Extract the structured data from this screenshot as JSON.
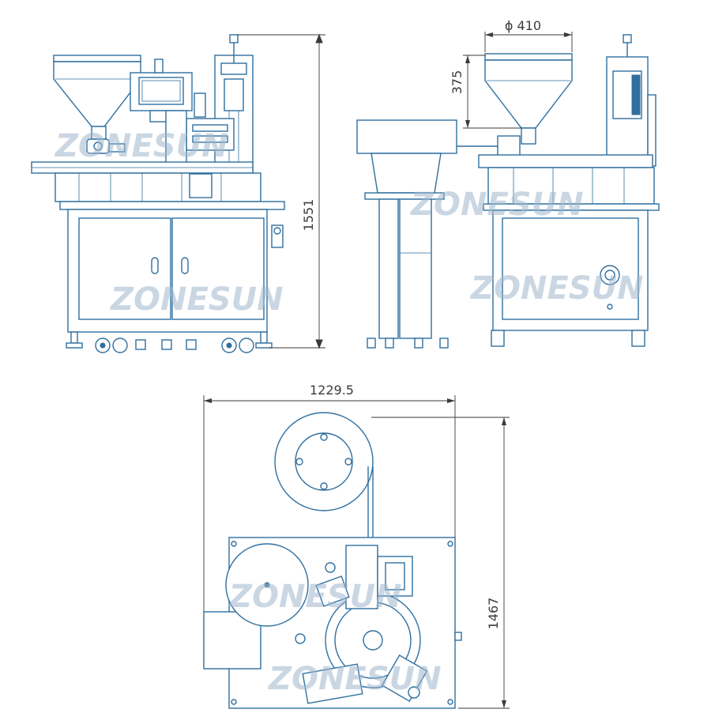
{
  "dimensions": {
    "overall_height": "1551",
    "hopper_diameter": "ϕ 410",
    "hopper_height": "375",
    "plan_width": "1229.5",
    "plan_depth": "1467"
  },
  "watermark": "ZONESUN",
  "colors": {
    "line": "#2f6f9f",
    "dimension": "#3a3a3a",
    "watermark": "#9fb6cc"
  }
}
